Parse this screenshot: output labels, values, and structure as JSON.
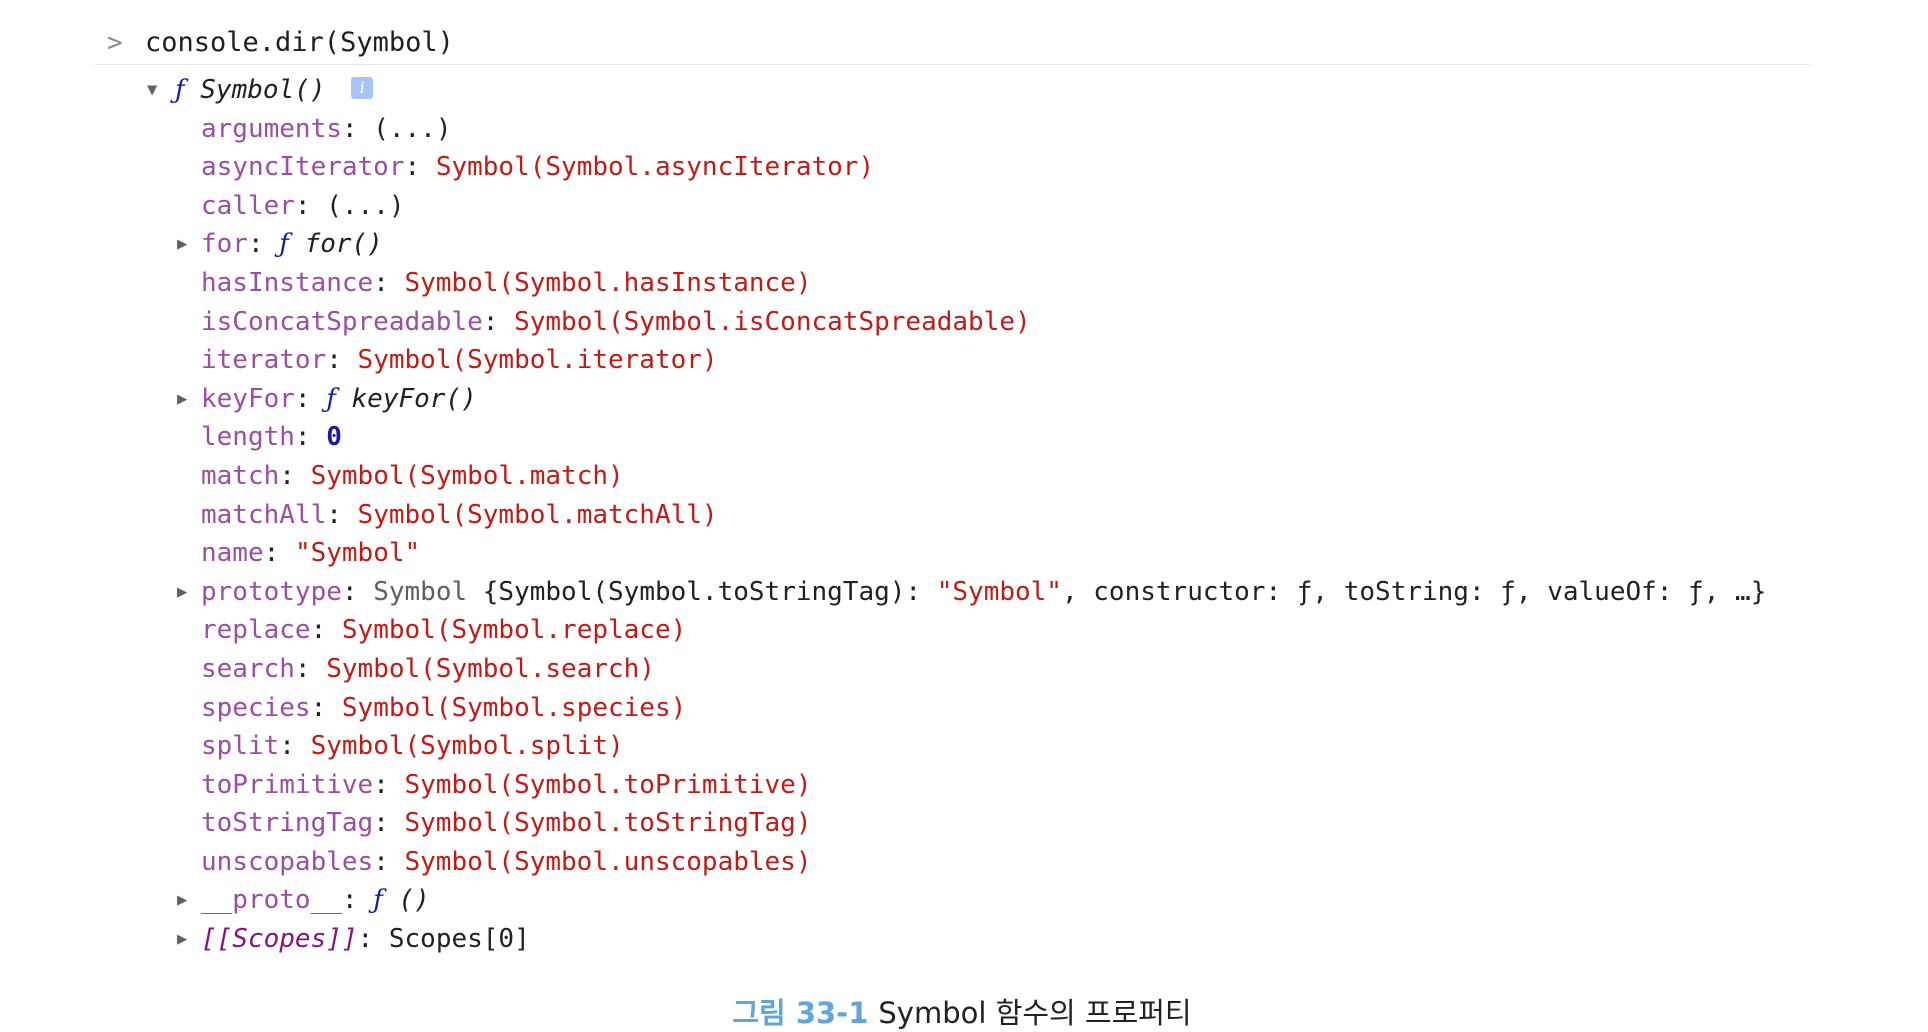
{
  "input": {
    "prompt": ">",
    "command": "console.dir(Symbol)"
  },
  "root": {
    "f": "ƒ",
    "name": "Symbol()",
    "info_icon": "i"
  },
  "rows": {
    "arguments": {
      "key": "arguments",
      "value": "(...)"
    },
    "asyncIterator": {
      "key": "asyncIterator",
      "value": "Symbol(Symbol.asyncIterator)"
    },
    "caller": {
      "key": "caller",
      "value": "(...)"
    },
    "for": {
      "key": "for",
      "f": "ƒ",
      "value": "for()"
    },
    "hasInstance": {
      "key": "hasInstance",
      "value": "Symbol(Symbol.hasInstance)"
    },
    "isConcatSpreadable": {
      "key": "isConcatSpreadable",
      "value": "Symbol(Symbol.isConcatSpreadable)"
    },
    "iterator": {
      "key": "iterator",
      "value": "Symbol(Symbol.iterator)"
    },
    "keyFor": {
      "key": "keyFor",
      "f": "ƒ",
      "value": "keyFor()"
    },
    "length": {
      "key": "length",
      "value": "0"
    },
    "match": {
      "key": "match",
      "value": "Symbol(Symbol.match)"
    },
    "matchAll": {
      "key": "matchAll",
      "value": "Symbol(Symbol.matchAll)"
    },
    "name": {
      "key": "name",
      "value": "\"Symbol\""
    },
    "prototype": {
      "key": "prototype",
      "type": "Symbol",
      "open": "{Symbol(Symbol.toStringTag): ",
      "tag_value": "\"Symbol\"",
      "rest": ", constructor: ƒ, toString: ƒ, valueOf: ƒ, …}"
    },
    "replace": {
      "key": "replace",
      "value": "Symbol(Symbol.replace)"
    },
    "search": {
      "key": "search",
      "value": "Symbol(Symbol.search)"
    },
    "species": {
      "key": "species",
      "value": "Symbol(Symbol.species)"
    },
    "split": {
      "key": "split",
      "value": "Symbol(Symbol.split)"
    },
    "toPrimitive": {
      "key": "toPrimitive",
      "value": "Symbol(Symbol.toPrimitive)"
    },
    "toStringTag": {
      "key": "toStringTag",
      "value": "Symbol(Symbol.toStringTag)"
    },
    "unscopables": {
      "key": "unscopables",
      "value": "Symbol(Symbol.unscopables)"
    },
    "proto": {
      "key": "__proto__",
      "f": "ƒ",
      "value": "()"
    },
    "scopes": {
      "key": "[[Scopes]]",
      "value": "Scopes[0]"
    }
  },
  "caption": {
    "figure": "그림 33-1",
    "text": "Symbol 함수의 프로퍼티"
  }
}
